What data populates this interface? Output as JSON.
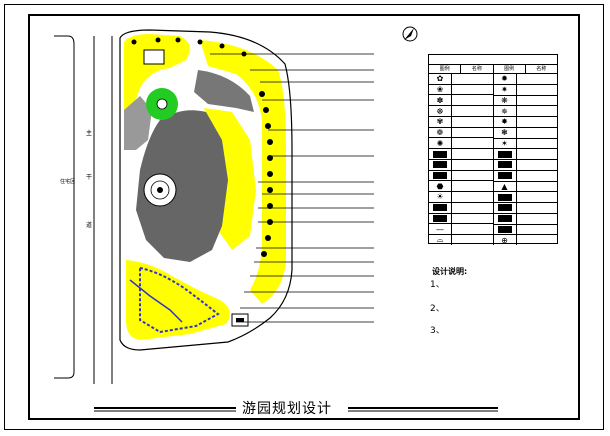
{
  "title": "游园规划设计",
  "left_label": "住宅区",
  "road_label": [
    "主",
    "干",
    "道"
  ],
  "notes": {
    "heading": "设计说明:",
    "items": [
      {
        "num": "1、",
        "text": ""
      },
      {
        "num": "2、",
        "text": ""
      },
      {
        "num": "3、",
        "text": ""
      }
    ]
  },
  "legend": {
    "title": "",
    "header": [
      "图例",
      "名称",
      "图例",
      "名称"
    ],
    "left": [
      {
        "symbol": "✿",
        "name": ""
      },
      {
        "symbol": "❀",
        "name": ""
      },
      {
        "symbol": "✽",
        "name": ""
      },
      {
        "symbol": "☸",
        "name": ""
      },
      {
        "symbol": "✾",
        "name": ""
      },
      {
        "symbol": "❁",
        "name": ""
      },
      {
        "symbol": "✺",
        "name": ""
      },
      {
        "symbol": "fill",
        "name": ""
      },
      {
        "symbol": "fill",
        "name": ""
      },
      {
        "symbol": "fill",
        "name": ""
      },
      {
        "symbol": "⬣",
        "name": ""
      },
      {
        "symbol": "☀",
        "name": ""
      },
      {
        "symbol": "fill",
        "name": ""
      },
      {
        "symbol": "fill",
        "name": ""
      },
      {
        "symbol": "—",
        "name": ""
      },
      {
        "symbol": "⌓",
        "name": ""
      }
    ],
    "right": [
      {
        "symbol": "✹",
        "name": ""
      },
      {
        "symbol": "✷",
        "name": ""
      },
      {
        "symbol": "❋",
        "name": ""
      },
      {
        "symbol": "✵",
        "name": ""
      },
      {
        "symbol": "✸",
        "name": ""
      },
      {
        "symbol": "❃",
        "name": ""
      },
      {
        "symbol": "✶",
        "name": ""
      },
      {
        "symbol": "fill",
        "name": ""
      },
      {
        "symbol": "fill",
        "name": ""
      },
      {
        "symbol": "fill",
        "name": ""
      },
      {
        "symbol": "▲",
        "name": ""
      },
      {
        "symbol": "fill",
        "name": ""
      },
      {
        "symbol": "fill",
        "name": ""
      },
      {
        "symbol": "fill",
        "name": ""
      },
      {
        "symbol": "fill",
        "name": ""
      },
      {
        "symbol": "⊕",
        "name": ""
      }
    ]
  },
  "callouts": [
    "",
    "",
    "",
    "",
    "",
    "",
    "",
    "",
    "",
    "",
    "",
    "",
    "",
    "",
    "",
    ""
  ],
  "colors": {
    "yellow": "#ffff00",
    "green": "#22cc22",
    "dark_gray": "#555555",
    "mid_gray": "#888888",
    "blue": "#3333cc",
    "black": "#000000"
  }
}
